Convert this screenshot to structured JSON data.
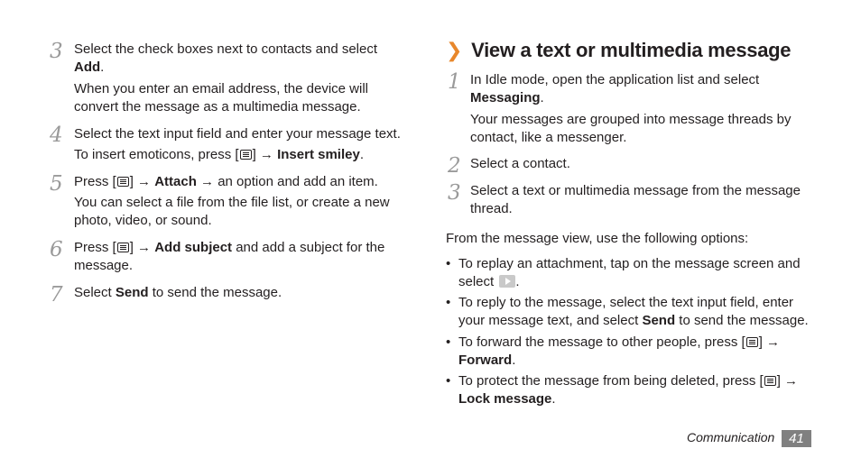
{
  "left": {
    "step3": {
      "num": "3",
      "line1": "Select the check boxes next to contacts and select",
      "bold1": "Add",
      "end1": ".",
      "note": "When you enter an email address, the device will convert the message as a multimedia message."
    },
    "step4": {
      "num": "4",
      "line1": "Select the text input field and enter your message text.",
      "sub_pre": "To insert emoticons, press [",
      "sub_mid": "] → ",
      "sub_bold": "Insert smiley",
      "sub_end": "."
    },
    "step5": {
      "num": "5",
      "pre": "Press [",
      "mid": "] → ",
      "bold": "Attach",
      "end": " → an option and add an item.",
      "note": "You can select a file from the file list, or create a new photo, video, or sound."
    },
    "step6": {
      "num": "6",
      "pre": "Press [",
      "mid": "] → ",
      "bold": "Add subject",
      "end": " and add a subject for the message."
    },
    "step7": {
      "num": "7",
      "pre": "Select ",
      "bold": "Send",
      "end": " to send the message."
    }
  },
  "right": {
    "heading_chevron": "❯",
    "heading": "View a text or multimedia message",
    "step1": {
      "num": "1",
      "line1": "In Idle mode, open the application list and select",
      "bold1": "Messaging",
      "end1": ".",
      "note": "Your messages are grouped into message threads by contact, like a messenger."
    },
    "step2": {
      "num": "2",
      "text": "Select a contact."
    },
    "step3": {
      "num": "3",
      "text": "Select a text or multimedia message from the message thread."
    },
    "intro": "From the message view, use the following options:",
    "bullet_char": "•",
    "bullets": [
      {
        "pre": "To replay an attachment, tap on the message screen and select",
        "end": "."
      },
      {
        "pre": "To reply to the message, select the text input field, enter your message text, and select ",
        "bold": "Send",
        "end": " to send the message."
      },
      {
        "pre": "To forward the message to other people, press [",
        "mid": "] → ",
        "bold": "Forward",
        "end": "."
      },
      {
        "pre": "To protect the message from being deleted, press [",
        "mid": "] → ",
        "bold": "Lock message",
        "end": "."
      }
    ]
  },
  "footer": {
    "section": "Communication",
    "page": "41"
  }
}
